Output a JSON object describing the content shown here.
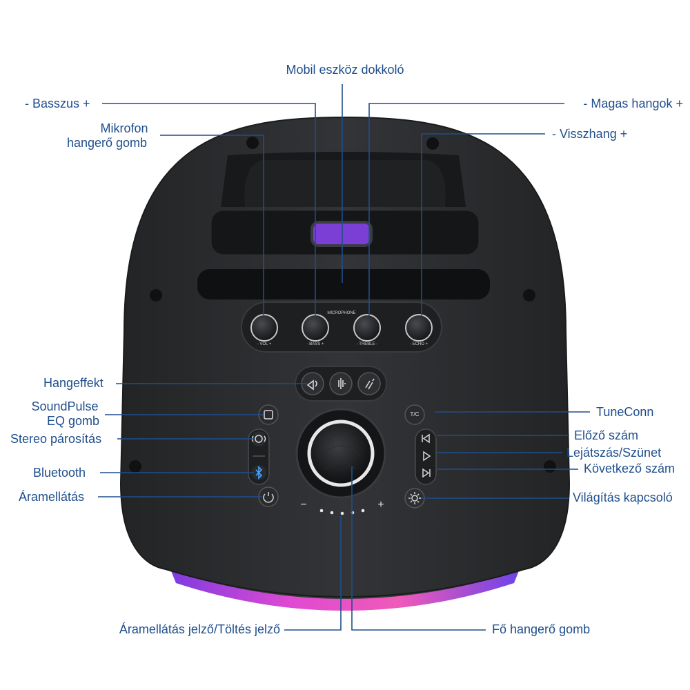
{
  "colors": {
    "label": "#1f4e8c",
    "leader_line": "#1f4e8c",
    "speaker_body": "#2b2c2e",
    "panel": "#1c1d1f",
    "accent_dock": "#7b3fd6",
    "light_ring": "#d04bd8"
  },
  "callouts": {
    "dock": "Mobil eszköz dokkoló",
    "bass": "- Basszus +",
    "treble": "- Magas hangok +",
    "mic_volume_line1": "Mikrofon",
    "mic_volume_line2": "hangerő gomb",
    "echo": "- Visszhang +",
    "sound_effect": "Hangeffekt",
    "soundpulse_line1": "SoundPulse",
    "soundpulse_line2": "EQ gomb",
    "stereo_pairing": "Stereo párosítás",
    "bluetooth": "Bluetooth",
    "power": "Áramellátás",
    "tuneconn": "TuneConn",
    "previous_track": "Előző szám",
    "play_pause": "Lejátszás/Szünet",
    "next_track": "Következő szám",
    "light_switch": "Világítás kapcsoló",
    "power_indicator": "Áramellátás jelző/Töltés jelző",
    "master_volume": "Fő hangerő gomb"
  },
  "device_labels": {
    "microphone": "MICROPHONE",
    "knob_vol": "- VOL +",
    "knob_bass": "- BASS +",
    "knob_treble": "- TREBLE -",
    "knob_echo": "- ECHO +",
    "volume_minus": "−",
    "volume_plus": "+",
    "tuneconn_glyph": "T/C"
  },
  "icons": {
    "sound_effect_buttons": [
      "horn-icon",
      "waveform-icon",
      "clap-icon"
    ],
    "left_buttons": [
      "soundpulse-icon",
      "stereo-icon",
      "bluetooth-icon",
      "power-icon"
    ],
    "right_buttons": [
      "tuneconn-icon",
      "previous-icon",
      "play-icon",
      "next-icon",
      "light-icon"
    ]
  },
  "indicator_leds": 5
}
